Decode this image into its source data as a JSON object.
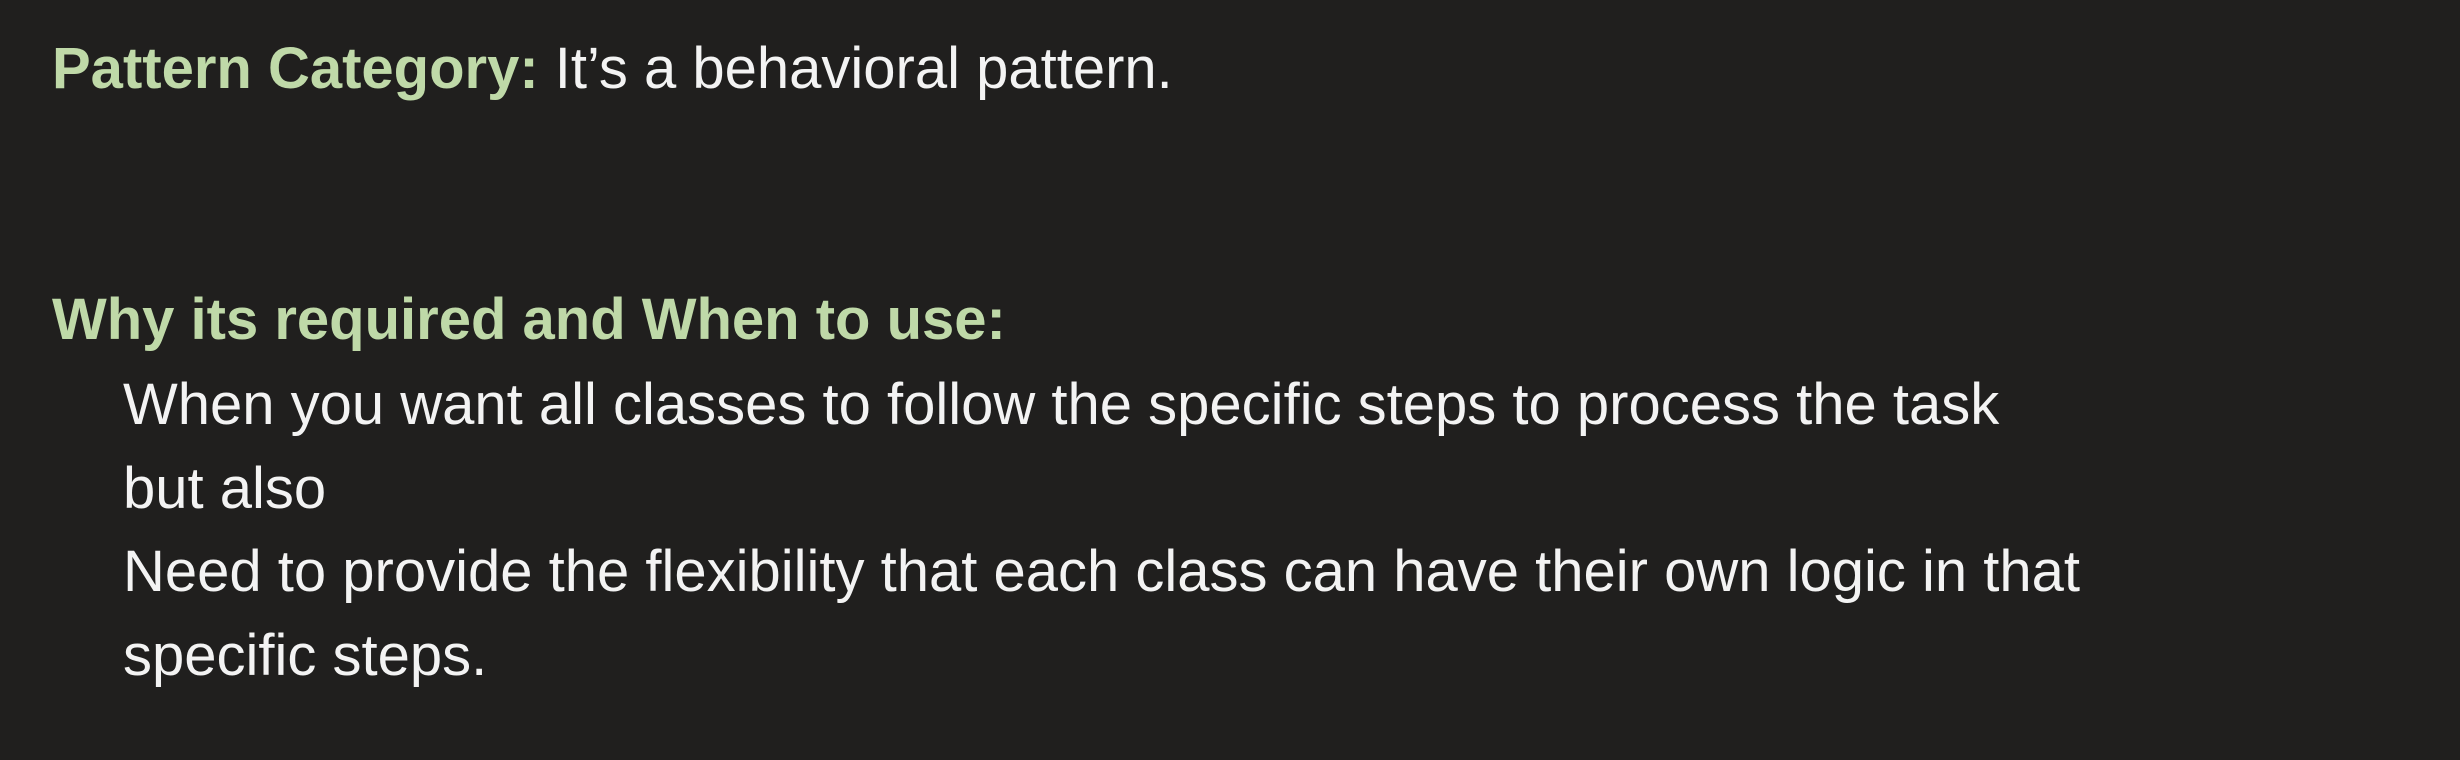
{
  "pattern_category": {
    "label": "Pattern Category:",
    "text": "It’s a behavioral pattern."
  },
  "why_section": {
    "heading": "Why its required and When to use:",
    "lines": [
      "When you want all classes to follow the specific steps to process the task",
      "but also",
      "Need to provide the flexibility that each class can have their own logic in that",
      "specific steps."
    ]
  },
  "colors": {
    "background": "#201f1e",
    "heading_accent": "#bfd9a8",
    "body_text": "#f3f3f3"
  }
}
